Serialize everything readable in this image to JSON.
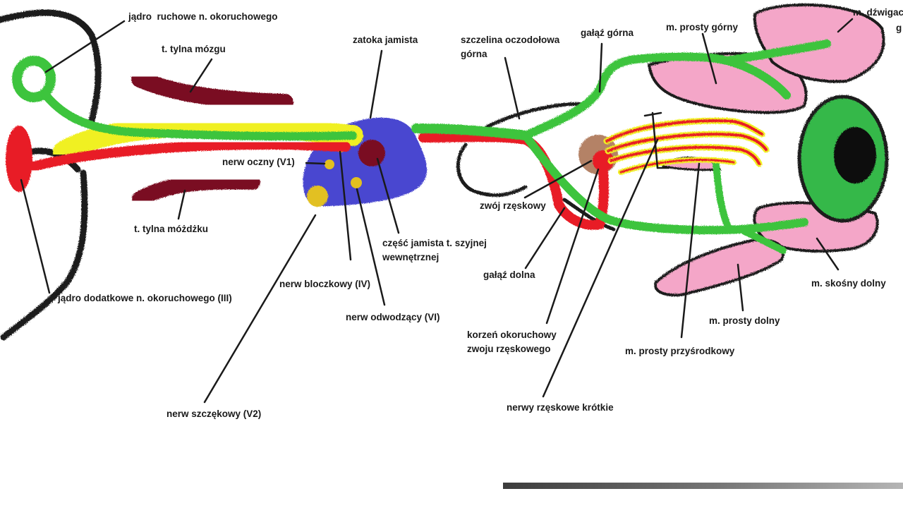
{
  "labels": {
    "jadro_ruchowe": "jądro  ruchowe n. okoruchowego",
    "t_tylna_mozgu": "t. tylna mózgu",
    "zatoka_jamista": "zatoka jamista",
    "szczelina_1": "szczelina oczodołowa",
    "szczelina_2": "górna",
    "galaz_gorna": "gałąź górna",
    "m_prosty_gorny": "m. prosty górny",
    "m_dzwigacz_1": "m. dźwigacz",
    "m_dzwigacz_2": "g",
    "nerw_oczny": "nerw oczny (V1)",
    "zwoj_rzeskowy": "zwój rzęskowy",
    "t_tylna_mozdzku": "t. tylna móżdżku",
    "czesc_jamista_1": "część jamista t. szyjnej",
    "czesc_jamista_2": "wewnętrznej",
    "galaz_dolna": "gałąź dolna",
    "m_skosny_dolny": "m. skośny dolny",
    "nerw_bloczkowy": "nerw bloczkowy (IV)",
    "jadro_dodatkowe": "jądro dodatkowe n. okoruchowego (III)",
    "nerw_odwodzacy": "nerw odwodzący (VI)",
    "m_prosty_dolny": "m. prosty dolny",
    "korzen_1": "korzeń okoruchowy",
    "korzen_2": "zwoju rzęskowego",
    "m_prosty_przysrodkowy": "m. prosty przyśrodkowy",
    "nerw_szczekowy": "nerw szczękowy (V2)",
    "nerwy_rzeskowe": "nerwy rzęskowe krótkie"
  },
  "colors": {
    "oculomotor_nerve": "#3cc43c",
    "sympathetic": "#f0f020",
    "artery_red": "#e81e25",
    "artery_dark": "#7a1020",
    "sinus_blue": "#4a46d0",
    "muscle_pink": "#f4a6c8",
    "ganglion_brown": "#b48266",
    "outline": "#1a1a1a",
    "eyeball": "#34b84a",
    "pupil": "#0a0a0a"
  }
}
